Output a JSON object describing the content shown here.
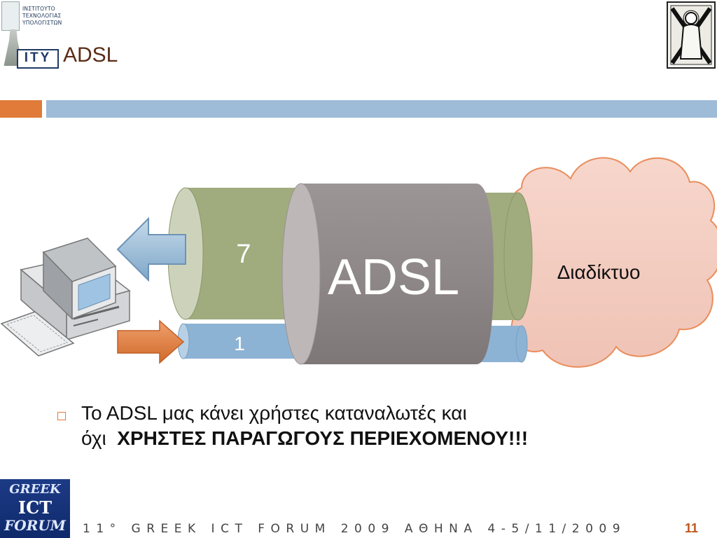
{
  "header": {
    "institute_lines": [
      "ΙΝΣΤΙΤΟΥΤΟ",
      "ΤΕΧΝΟΛΟΓΙΑΣ",
      "ΥΠΟΛΟΓΙΣΤΩΝ"
    ],
    "logo_text": "ITY",
    "title": "ADSL"
  },
  "diagram": {
    "cloud_label": "Διαδίκτυο",
    "cylinder_label": "ADSL",
    "download_number": "7",
    "upload_number": "1"
  },
  "body": {
    "line1": "To ADSL μας κάνει  χρήστες καταναλωτές και",
    "line2_prefix": "όχι  ",
    "line2_bold": "ΧΡΗΣΤΕΣ ΠΑΡΑΓΩΓΟΥΣ ΠΕΡΙΕΧΟΜΕΝΟΥ!!!"
  },
  "footer": {
    "event": "11° GREEK ICT FORUM 2009 ΑΘΗΝΑ  4-5/11/2009",
    "page_number": "11",
    "logo_lines": [
      "GREEK",
      "ICT",
      "FORUM"
    ]
  },
  "colors": {
    "accent_orange": "#e07b3a",
    "accent_blue": "#9ebbd8",
    "cable_green": "#a0ab7e",
    "cable_blue": "#8db3d4",
    "sheath_gray": "#8f8888",
    "cloud_pink": "#f2ccc0",
    "title_brown": "#5a2d18"
  }
}
